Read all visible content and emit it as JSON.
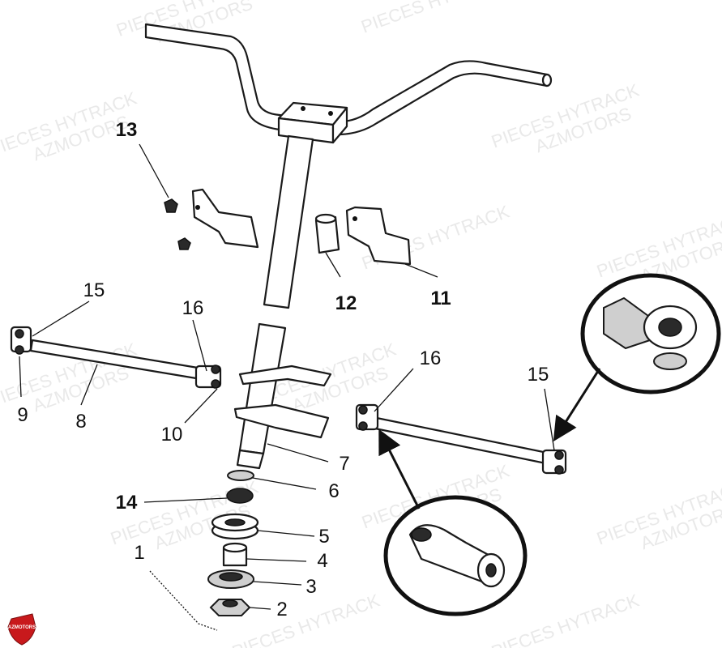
{
  "diagram": {
    "callouts": [
      "1",
      "2",
      "3",
      "4",
      "5",
      "6",
      "7",
      "8",
      "9",
      "10",
      "11",
      "12",
      "13",
      "14",
      "15",
      "16",
      "16",
      "15"
    ],
    "watermark": "PIECES HYTRACK AZMOTORS",
    "watermark_line1": "PIECES HYTRACK",
    "watermark_line2": "AZMOTORS",
    "logo": "AZMOTORS"
  }
}
